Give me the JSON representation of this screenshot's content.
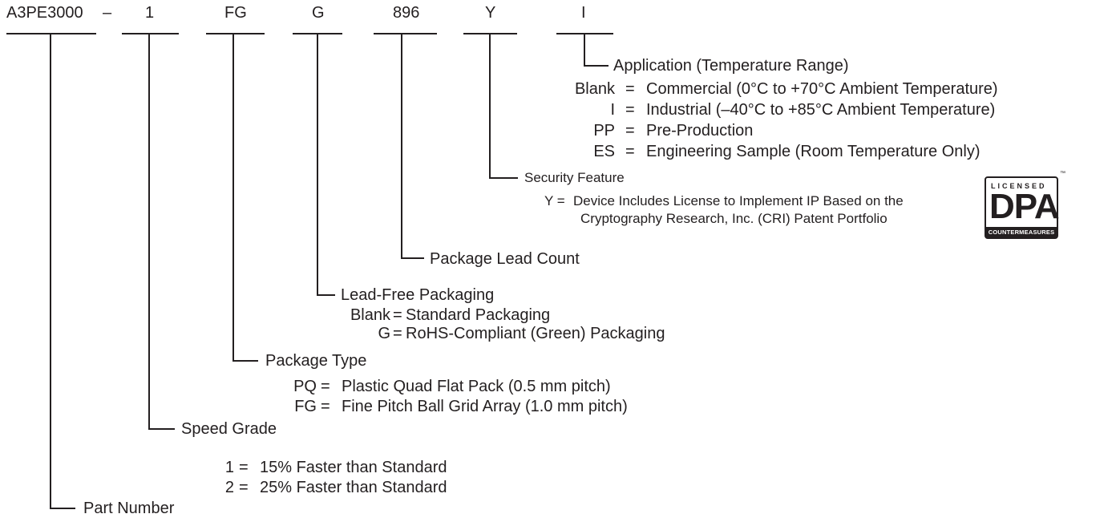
{
  "header": {
    "part": "A3PE3000",
    "dash": "–",
    "speed": "1",
    "package": "FG",
    "lead_free": "G",
    "lead_count": "896",
    "security": "Y",
    "application": "I"
  },
  "application": {
    "title": "Application (Temperature Range)",
    "rows": [
      {
        "code": "Blank",
        "eq": "=",
        "desc": "Commercial (0°C to +70°C Ambient Temperature)"
      },
      {
        "code": "I",
        "eq": "=",
        "desc": "Industrial (–40°C to +85°C Ambient Temperature)"
      },
      {
        "code": "PP",
        "eq": "=",
        "desc": "Pre-Production"
      },
      {
        "code": "ES",
        "eq": "=",
        "desc": "Engineering Sample (Room Temperature Only)"
      }
    ]
  },
  "security": {
    "title": "Security Feature",
    "line1_code": "Y =",
    "line1": "Device Includes License to Implement IP Based on the",
    "line2": "Cryptography Research, Inc. (CRI) Patent Portfolio",
    "badge_top": "LICENSED",
    "badge_mid": "DPA",
    "badge_bottom": "COUNTERMEASURES",
    "trademark": "™"
  },
  "lead_count": {
    "title": "Package Lead Count"
  },
  "lead_free": {
    "title": "Lead-Free Packaging",
    "rows": [
      {
        "code": "Blank",
        "eq": "=",
        "desc": "Standard Packaging"
      },
      {
        "code": "G",
        "eq": "=",
        "desc": "RoHS-Compliant (Green) Packaging"
      }
    ]
  },
  "package_type": {
    "title": "Package Type",
    "rows": [
      {
        "code": "PQ",
        "eq": "=",
        "desc": "Plastic Quad Flat Pack (0.5 mm pitch)"
      },
      {
        "code": "FG",
        "eq": "=",
        "desc": "Fine Pitch Ball Grid Array (1.0 mm pitch)"
      }
    ]
  },
  "speed_grade": {
    "title": "Speed Grade",
    "rows": [
      {
        "code": "1",
        "eq": "=",
        "desc": "15% Faster than Standard"
      },
      {
        "code": "2",
        "eq": "=",
        "desc": "25% Faster than Standard"
      }
    ]
  },
  "part_number": {
    "title": "Part Number"
  }
}
